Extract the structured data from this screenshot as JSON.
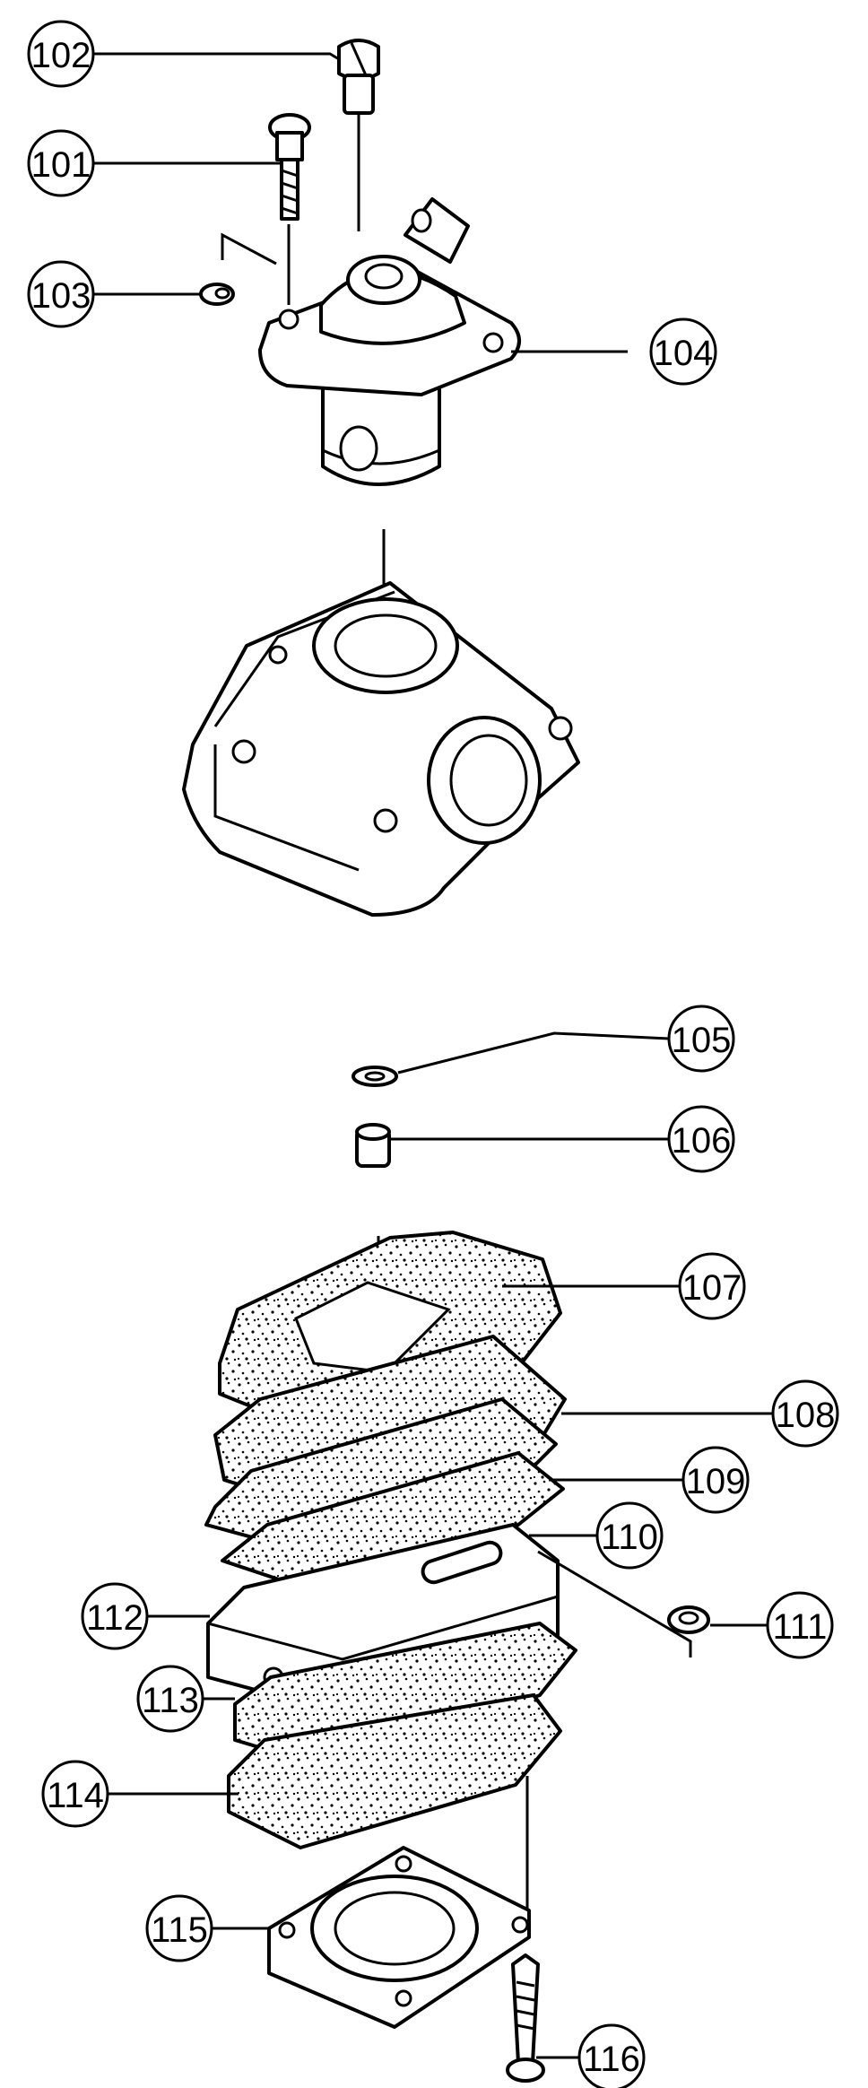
{
  "callouts": [
    {
      "id": "101",
      "label": "101"
    },
    {
      "id": "102",
      "label": "102"
    },
    {
      "id": "103",
      "label": "103"
    },
    {
      "id": "104",
      "label": "104"
    },
    {
      "id": "105",
      "label": "105"
    },
    {
      "id": "106",
      "label": "106"
    },
    {
      "id": "107",
      "label": "107"
    },
    {
      "id": "108",
      "label": "108"
    },
    {
      "id": "109",
      "label": "109"
    },
    {
      "id": "110",
      "label": "110"
    },
    {
      "id": "111",
      "label": "111"
    },
    {
      "id": "112",
      "label": "112"
    },
    {
      "id": "113",
      "label": "113"
    },
    {
      "id": "114",
      "label": "114"
    },
    {
      "id": "115",
      "label": "115"
    },
    {
      "id": "116",
      "label": "116"
    }
  ],
  "colors": {
    "ink": "#000000",
    "paper": "#ffffff"
  }
}
